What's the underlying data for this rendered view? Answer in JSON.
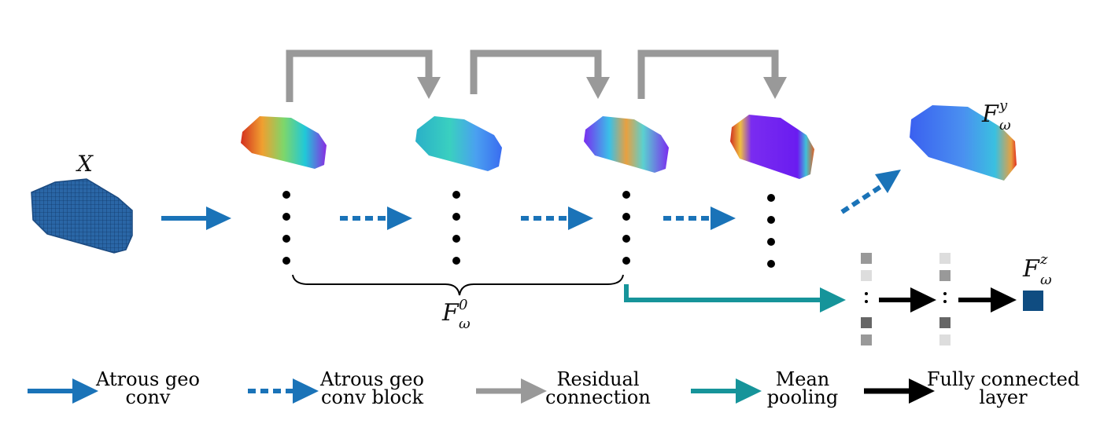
{
  "symbols": {
    "input": "X",
    "feature_base": "F",
    "feature_sub": "ω",
    "feature0_sup": "0",
    "featurey_sup": "y",
    "featurez_sup": "z"
  },
  "legend": [
    {
      "id": "atrous",
      "line1": "Atrous geo",
      "line2": "conv"
    },
    {
      "id": "block",
      "line1": "Atrous geo",
      "line2": "conv block"
    },
    {
      "id": "residual",
      "line1": "Residual",
      "line2": "connection"
    },
    {
      "id": "pooling",
      "line1": "Mean",
      "line2": "pooling"
    },
    {
      "id": "fc",
      "line1": "Fully connected",
      "line2": "layer"
    }
  ],
  "colors": {
    "blue_arrow": "#1a73b8",
    "gray_arrow": "#999999",
    "teal_arrow": "#16949a",
    "black_arrow": "#000000",
    "output_square": "#0f4c81",
    "car_mesh": "#2a66a6"
  }
}
